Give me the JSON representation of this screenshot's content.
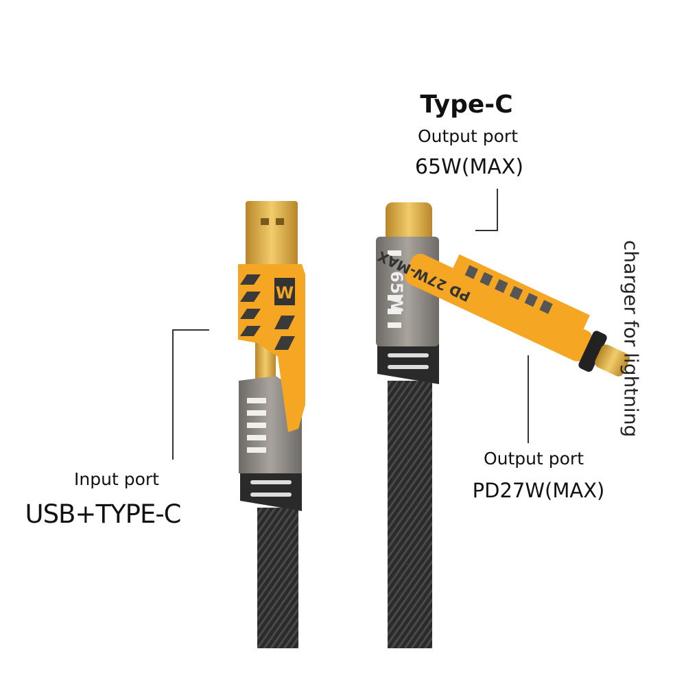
{
  "output_typec": {
    "title": "Type-C",
    "port_label": "Output port",
    "power": "65W(MAX)"
  },
  "input": {
    "port_label": "Input port",
    "type": "USB+TYPE-C"
  },
  "output_pd": {
    "port_label": "Output port",
    "power": "PD27W(MAX)"
  },
  "lightning_label": "charger for lightning",
  "cable_markings": {
    "typec_housing": "65W",
    "lightning_arm": "PD 27W-MAX",
    "usb_logo": "W"
  },
  "colors": {
    "housing_yellow": "#f5a623",
    "housing_gray": "#8a8580",
    "connector_gold": "#d9a93a",
    "cable_black": "#2b2b2b"
  }
}
